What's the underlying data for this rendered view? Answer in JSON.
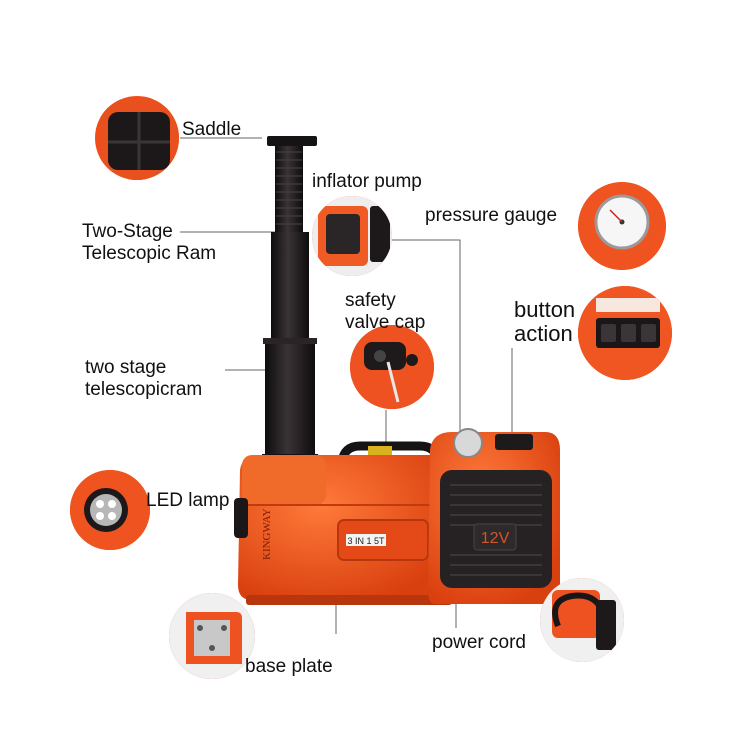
{
  "labels": {
    "saddle": "Saddle",
    "inflator_pump": "inflator pump",
    "two_stage_telescopic_ram": [
      "Two-Stage",
      "Telescopic Ram"
    ],
    "pressure_gauge": "pressure gauge",
    "safety_valve_cap": [
      "safety",
      "valve cap"
    ],
    "button_action": [
      "button",
      "action"
    ],
    "two_stage_telescopicram": [
      "two stage",
      "telescopicram"
    ],
    "led_lamp": "LED lamp",
    "power_cord": "power cord",
    "base_plate": "base plate"
  },
  "product": {
    "brand_text": "KINGWAY",
    "body_badge": "3 IN 1 5T",
    "voltage_badge": "12V"
  },
  "colors": {
    "body_orange": "#f2541f",
    "body_dark_orange": "#c93c10",
    "ram_black": "#1a1618",
    "leader_line": "#666666",
    "background": "#ffffff"
  }
}
